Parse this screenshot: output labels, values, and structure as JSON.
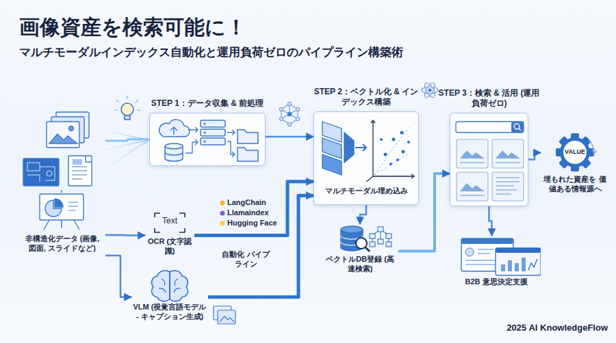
{
  "diagram": {
    "title": "画像資産を検索可能に！",
    "nodes": [
      {
        "text": [
          "STEP 1：データ収集 & 前処理"
        ]
      },
      {
        "text": [
          "STEP 2：ベクトル化 & インデックス構築",
          "マルチモーダル埋め込み"
        ]
      },
      {
        "text": [
          "STEP 3：検索 & 活用 (運用負荷ゼロ)"
        ]
      },
      {
        "text": [
          "非構造化データ (画像, 図面, スライドなど)"
        ]
      },
      {
        "text": [
          "OCR (文字認識)"
        ]
      },
      {
        "text": [
          "VLM (視覚言語モデル - キャプション生成)"
        ]
      },
      {
        "text": [
          "ベクトルDB登録 (高速検索)"
        ]
      },
      {
        "text": [
          "B2B 意思決定支援"
        ]
      },
      {
        "text": [
          "VALUE",
          "埋もれた資産を 価値ある情報源へ"
        ]
      }
    ],
    "edges": [
      {
        "from": 3,
        "to": 0,
        "arrow": "none"
      },
      {
        "from": 3,
        "to": 4,
        "arrow": "to"
      },
      {
        "from": 3,
        "to": 5,
        "arrow": "to"
      },
      {
        "from": 0,
        "to": 1,
        "arrow": "to"
      },
      {
        "from": 4,
        "to": 1,
        "arrow": "to"
      },
      {
        "from": 5,
        "to": 1,
        "arrow": "to"
      },
      {
        "from": 1,
        "to": 6,
        "arrow": "to"
      },
      {
        "from": 6,
        "to": 2,
        "arrow": "to"
      },
      {
        "from": 2,
        "to": 8,
        "arrow": "to"
      },
      {
        "from": 2,
        "to": 7,
        "arrow": "to"
      }
    ],
    "labels": [
      "マルチモーダルインデックス自動化と運用負荷ゼロのパイプライン構築術",
      "Text",
      "LangChain",
      "Llamaindex",
      "Hugging Face",
      "自動化 パイプライン",
      "2025 AI KnowledgeFlow"
    ]
  }
}
